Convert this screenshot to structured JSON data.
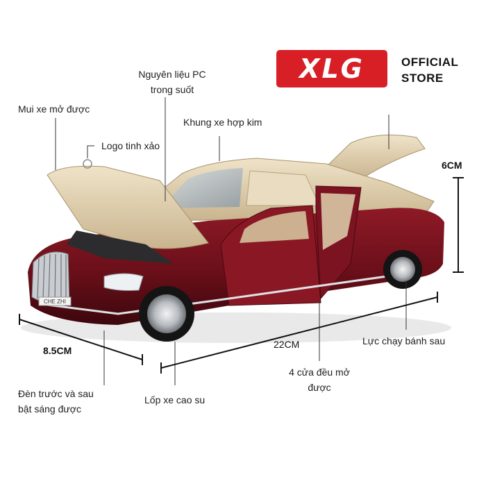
{
  "brand": {
    "logo_text": "XLG",
    "store_line1": "OFFICIAL",
    "store_line2": "STORE",
    "accent_color": "#d81f26"
  },
  "callouts": {
    "roof": "Mui xe mở được",
    "material_line1": "Nguyên liệu PC",
    "material_line2": "trong suốt",
    "logo": "Logo tinh xảo",
    "frame": "Khung xe hợp kim",
    "lights_line1": "Đèn trước và sau",
    "lights_line2": "bật sáng được",
    "tires": "Lốp xe cao su",
    "doors_line1": "4 cửa đều mở",
    "doors_line2": "được",
    "rear_drive": "Lực chạy bánh sau"
  },
  "dimensions": {
    "height": "6CM",
    "width": "8.5CM",
    "length": "22CM"
  },
  "product": {
    "plate_text": "CHE ZHI",
    "body_color": "#6e1019",
    "roof_color": "#d8c7a5"
  }
}
